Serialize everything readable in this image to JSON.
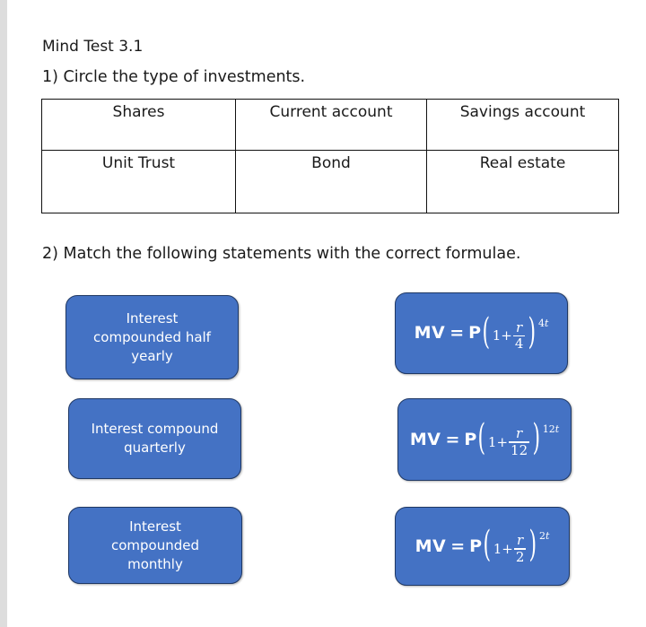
{
  "document": {
    "title": "Mind Test 3.1",
    "background_color": "#ffffff",
    "text_color": "#1a1a1a"
  },
  "question_1": {
    "prompt": "1) Circle the type of investments.",
    "table": {
      "rows": [
        [
          "Shares",
          "Current account",
          "Savings account"
        ],
        [
          "Unit Trust",
          "Bond",
          "Real estate"
        ]
      ],
      "border_color": "#111111"
    }
  },
  "question_2": {
    "prompt": "2) Match the following statements with the correct formulae.",
    "card_fill_color": "#4472C4",
    "card_border_color": "#1F3864",
    "card_text_color": "#ffffff",
    "statements": [
      {
        "text": "Interest\ncompounded half\nyearly",
        "plain": "Interest compounded half yearly"
      },
      {
        "text": "Interest compound\nquarterly",
        "plain": "Interest compound quarterly"
      },
      {
        "text": "Interest\ncompounded\nmonthly",
        "plain": "Interest compounded monthly"
      }
    ],
    "formulae": [
      {
        "plain": "MV = P(1 + r/4)^4t",
        "lhs": "MV",
        "equals": "=",
        "principal": "P",
        "base_prefix": "1+",
        "numerator": "r",
        "denominator": "4",
        "exponent_coefficient": "4",
        "exponent_variable": "t"
      },
      {
        "plain": "MV = P(1 + r/12)^12t",
        "lhs": "MV",
        "equals": "=",
        "principal": "P",
        "base_prefix": "1+",
        "numerator": "r",
        "denominator": "12",
        "exponent_coefficient": "12",
        "exponent_variable": "t"
      },
      {
        "plain": "MV = P(1 + r/2)^2t",
        "lhs": "MV",
        "equals": "=",
        "principal": "P",
        "base_prefix": "1+",
        "numerator": "r",
        "denominator": "2",
        "exponent_coefficient": "2",
        "exponent_variable": "t"
      }
    ]
  }
}
